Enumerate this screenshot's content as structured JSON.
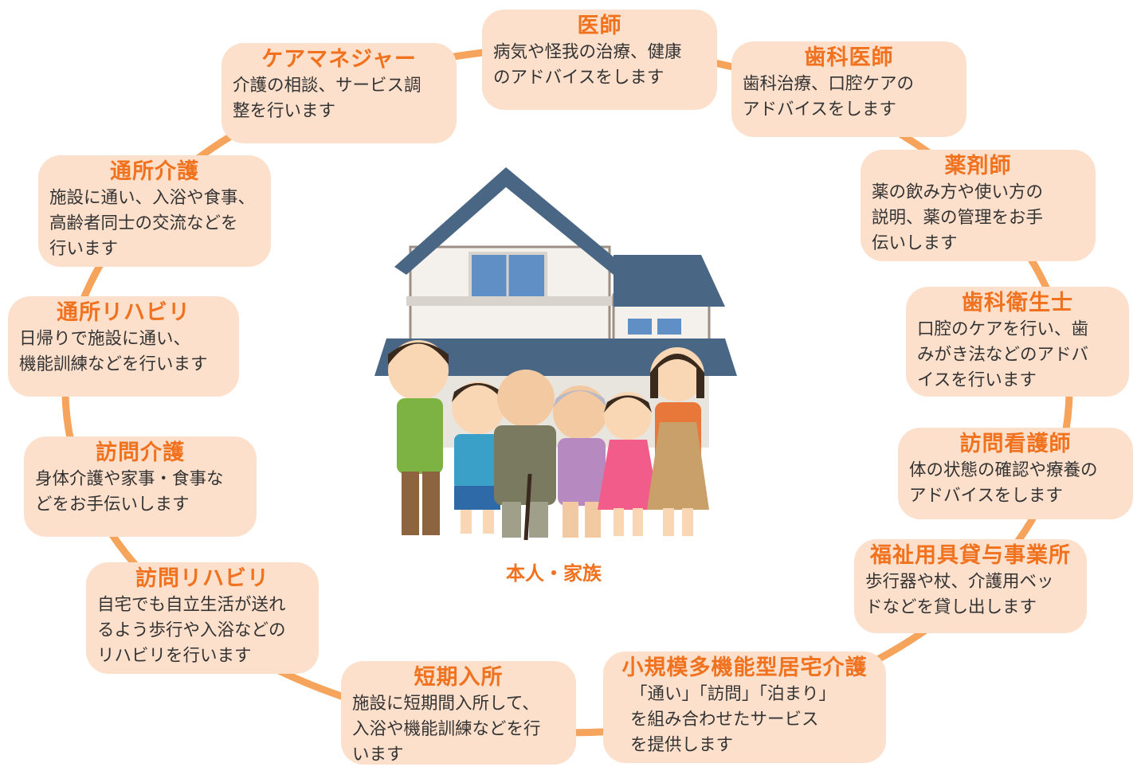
{
  "center": {
    "label": "本人・家族"
  },
  "roles": [
    {
      "id": "doctor",
      "title": "医師",
      "desc": "病気や怪我の治療、健康\nのアドバイスをします"
    },
    {
      "id": "dentist",
      "title": "歯科医師",
      "desc": "歯科治療、口腔ケアの\nアドバイスをします"
    },
    {
      "id": "pharmacist",
      "title": "薬剤師",
      "desc": "薬の飲み方や使い方の\n説明、薬の管理をお手\n伝いします"
    },
    {
      "id": "hygienist",
      "title": "歯科衛生士",
      "desc": "口腔のケアを行い、歯\nみがき法などのアドバ\nイスを行います"
    },
    {
      "id": "visit-nurse",
      "title": "訪問看護師",
      "desc": "体の状態の確認や療養の\nアドバイスをします"
    },
    {
      "id": "welfare-rental",
      "title": "福祉用具貸与事業所",
      "desc": "歩行器や杖、介護用ベッ\nドなどを貸し出します"
    },
    {
      "id": "small-multi",
      "title": "小規模多機能型居宅介護",
      "desc": "「通い」「訪問」「泊まり」\nを組み合わせたサービス\nを提供します"
    },
    {
      "id": "short-stay",
      "title": "短期入所",
      "desc": "施設に短期間入所して、\n入浴や機能訓練などを行\nいます"
    },
    {
      "id": "visit-rehab",
      "title": "訪問リハビリ",
      "desc": "自宅でも自立生活が送れ\nるよう歩行や入浴などの\nリハビリを行います"
    },
    {
      "id": "visit-care",
      "title": "訪問介護",
      "desc": "身体介護や家事・食事な\nどをお手伝いします"
    },
    {
      "id": "day-rehab",
      "title": "通所リハビリ",
      "desc": "日帰りで施設に通い、\n機能訓練などを行います"
    },
    {
      "id": "day-care",
      "title": "通所介護",
      "desc": "施設に通い、入浴や食事、\n高齢者同士の交流などを\n行います"
    },
    {
      "id": "care-manager",
      "title": "ケアマネジャー",
      "desc": "介護の相談、サービス調\n整を行います"
    }
  ],
  "colors": {
    "ring": "#f6a35c",
    "card": "#fde0cc",
    "title": "#f0721e",
    "text": "#333333",
    "roof": "#4a6685"
  }
}
